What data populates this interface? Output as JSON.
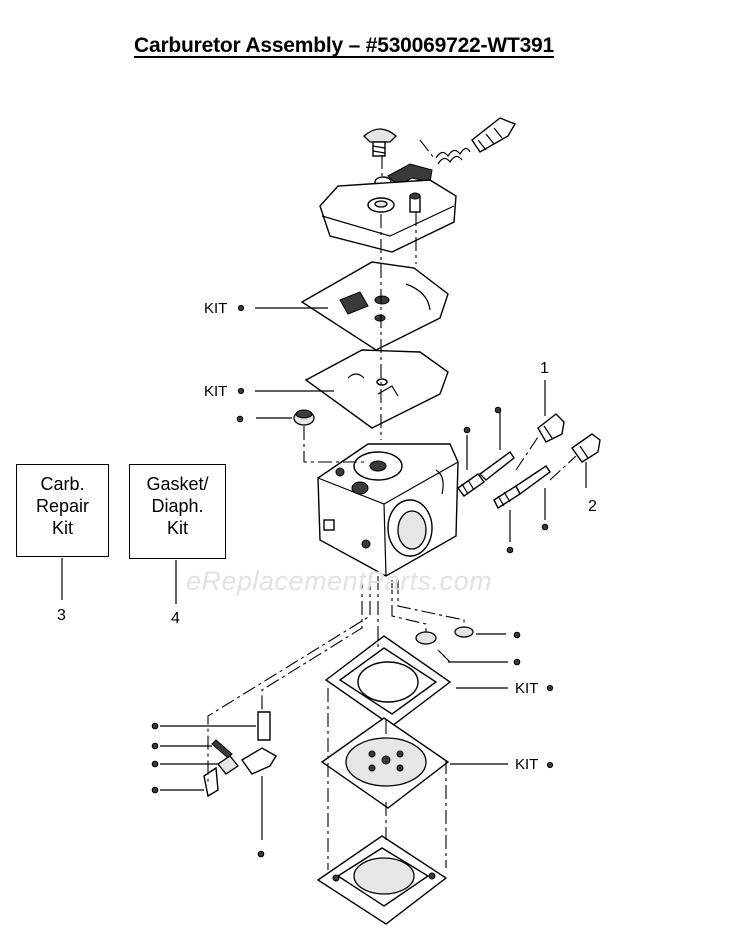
{
  "title": "Carburetor Assembly – #530069722-WT391",
  "watermark": "eReplacementParts.com",
  "kit_label": "KIT",
  "boxes": {
    "carb_repair_kit": {
      "line1": "Carb.",
      "line2": "Repair",
      "line3": "Kit",
      "ref": "3"
    },
    "gasket_diaph_kit": {
      "line1": "Gasket/",
      "line2": "Diaph.",
      "line3": "Kit",
      "ref": "4"
    }
  },
  "callouts": {
    "ref1": "1",
    "ref2": "2"
  }
}
